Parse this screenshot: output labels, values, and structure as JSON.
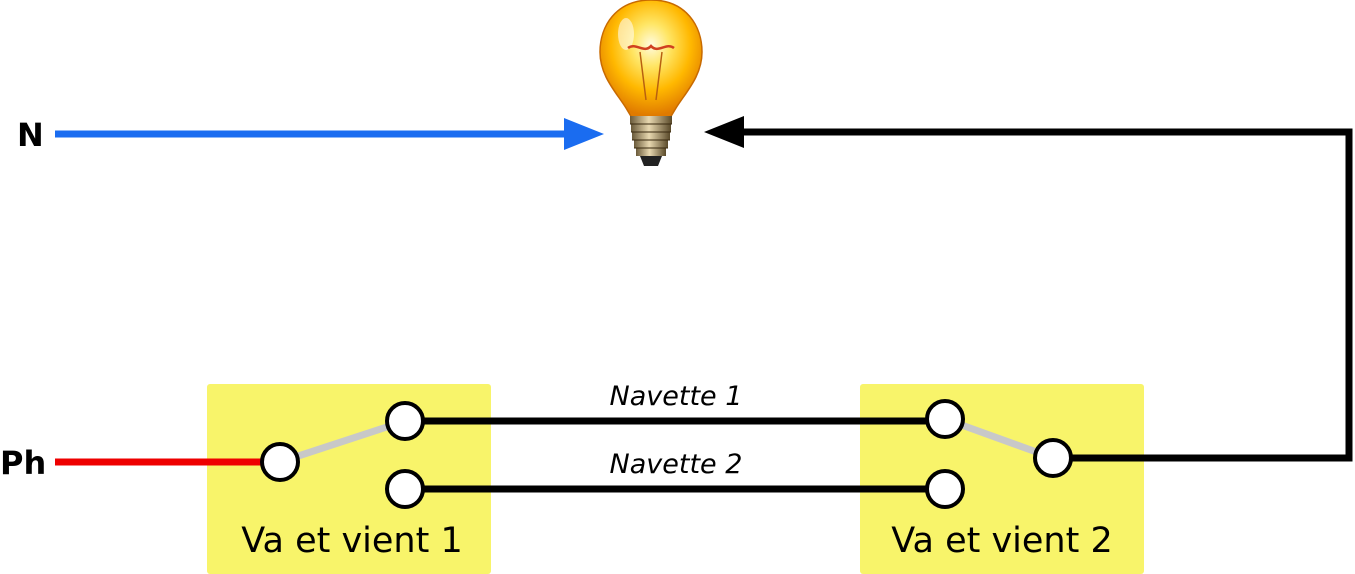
{
  "labels": {
    "neutral": "N",
    "phase": "Ph",
    "navette_1": "Navette 1",
    "navette_2": "Navette 2",
    "switch_1": "Va et vient 1",
    "switch_2": "Va et vient 2"
  },
  "colors": {
    "neutral_wire": "#1a6cf0",
    "phase_wire": "#ee0000",
    "wire": "#000000",
    "switch_lever": "#c8c8c8",
    "switch_box": "#f8f46a",
    "bulb_glow": "#ffcc33"
  },
  "icons": {
    "lamp": "light-bulb-icon"
  }
}
